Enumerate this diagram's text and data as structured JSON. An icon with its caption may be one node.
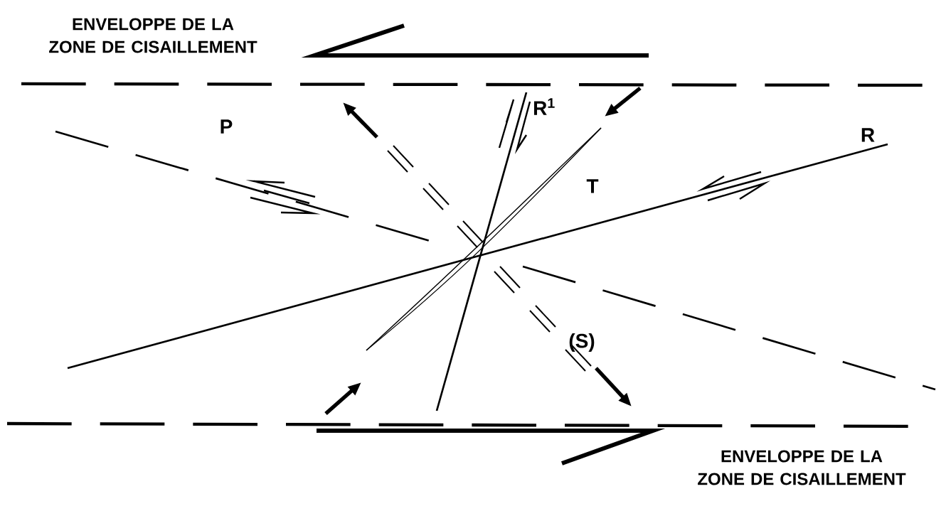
{
  "diagram": {
    "labels": [
      "ENVELOPPE DE LA ZONE DE CISAILLEMENT",
      "P",
      "R$^{1}$",
      "R",
      "T",
      "(S)",
      "ENVELOPPE DE LA ZONE DE CISAILLEMENT"
    ]
  }
}
